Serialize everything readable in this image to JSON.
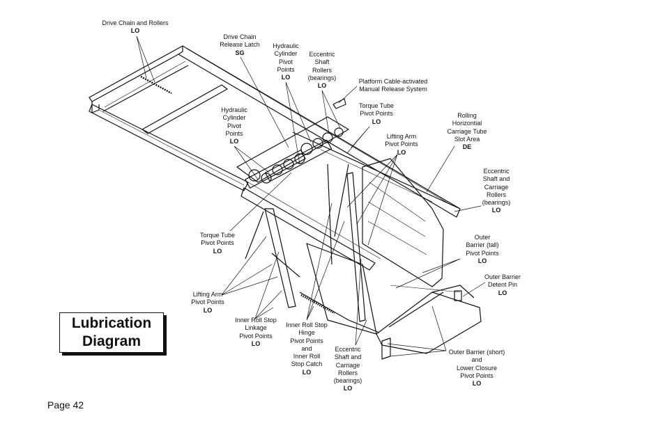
{
  "title": {
    "line1": "Lubrication",
    "line2": "Diagram"
  },
  "page": "Page 42",
  "labels": {
    "drive_chain_rollers": {
      "lines": [
        "Drive Chain and Rollers"
      ],
      "code": "LO"
    },
    "drive_chain_latch": {
      "lines": [
        "Drive Chain",
        "Release Latch"
      ],
      "code": "SG"
    },
    "hyd_cyl_upper": {
      "lines": [
        "Hydraulic",
        "Cylinder",
        "Pivot",
        "Points"
      ],
      "code": "LO"
    },
    "ecc_shaft_upper": {
      "lines": [
        "Eccentric",
        "Shaft",
        "Rollers",
        "(bearings)"
      ],
      "code": "LO"
    },
    "cable_release": {
      "lines": [
        "Platform Cable-activated",
        "Manual Release System"
      ],
      "code": ""
    },
    "torque_tube_upper": {
      "lines": [
        "Torque Tube",
        "Pivot Points"
      ],
      "code": "LO"
    },
    "hyd_cyl_left": {
      "lines": [
        "Hydraulic",
        "Cylinder",
        "Pivot",
        "Points"
      ],
      "code": "LO"
    },
    "rolling_carriage": {
      "lines": [
        "Rolling",
        "Horizontial",
        "Carriage Tube",
        "Slot Area"
      ],
      "code": "DE"
    },
    "lifting_arm_upper": {
      "lines": [
        "Lifting Arm",
        "Pivot Points"
      ],
      "code": "LO"
    },
    "ecc_carriage_right": {
      "lines": [
        "Eccentric",
        "Shaft and",
        "Carriage",
        "Rollers",
        "(bearings)"
      ],
      "code": "LO"
    },
    "torque_tube_left": {
      "lines": [
        "Torque Tube",
        "Pivot Points"
      ],
      "code": "LO"
    },
    "outer_barrier_tall": {
      "lines": [
        "Outer",
        "Barrier (tall)",
        "Pivot Points"
      ],
      "code": "LO"
    },
    "outer_barrier_detent": {
      "lines": [
        "Outer Barrier",
        "Detent Pin"
      ],
      "code": "LO"
    },
    "lifting_arm_left": {
      "lines": [
        "Lifting Arm",
        "Pivot Points"
      ],
      "code": "LO"
    },
    "inner_roll_linkage": {
      "lines": [
        "Inner Roll Stop",
        "Linkage",
        "Pivot Points"
      ],
      "code": "LO"
    },
    "inner_roll_hinge": {
      "lines": [
        "Inner Roll Stop",
        "Hinge",
        "Pivot Points",
        "and",
        "Inner Roll",
        "Stop Catch"
      ],
      "code": "LO"
    },
    "ecc_carriage_bottom": {
      "lines": [
        "Eccentric",
        "Shaft and",
        "Carriage",
        "Rollers",
        "(bearings)"
      ],
      "code": "LO"
    },
    "outer_barrier_short": {
      "lines": [
        "Outer Barrier (short)",
        "and",
        "Lower Closure",
        "Pivot Points"
      ],
      "code": "LO"
    }
  }
}
